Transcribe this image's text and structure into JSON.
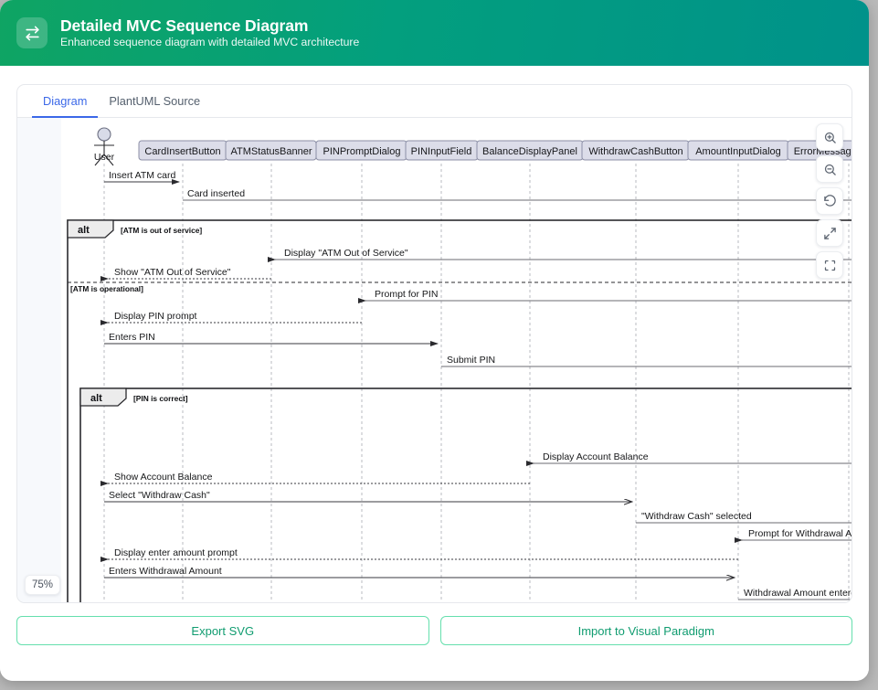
{
  "header": {
    "icon": "swap-arrows-icon",
    "title": "Detailed MVC Sequence Diagram",
    "subtitle": "Enhanced sequence diagram with detailed MVC architecture",
    "gradient_from": "#0fa463",
    "gradient_to": "#00928a"
  },
  "tabs": [
    {
      "label": "Diagram",
      "active": true
    },
    {
      "label": "PlantUML Source",
      "active": false
    }
  ],
  "toolbar": {
    "buttons": [
      {
        "name": "zoom-in-icon",
        "label": "Zoom In"
      },
      {
        "name": "zoom-out-icon",
        "label": "Zoom Out"
      },
      {
        "name": "reset-icon",
        "label": "Reset"
      },
      {
        "name": "fit-screen-icon",
        "label": "Fit to Screen"
      },
      {
        "name": "fullscreen-icon",
        "label": "Fullscreen"
      }
    ]
  },
  "canvas": {
    "zoom_level": "75%"
  },
  "diagram": {
    "type": "sequence",
    "actor": {
      "name": "User",
      "label": "User"
    },
    "participants": [
      {
        "label": "CardInsertButton"
      },
      {
        "label": "ATMStatusBanner"
      },
      {
        "label": "PINPromptDialog"
      },
      {
        "label": "PINInputField"
      },
      {
        "label": "BalanceDisplayPanel"
      },
      {
        "label": "WithdrawCashButton"
      },
      {
        "label": "AmountInputDialog"
      },
      {
        "label": "ErrorMessageBanner"
      }
    ],
    "frames": [
      {
        "operator": "alt",
        "guard": "[ATM is out of service]",
        "else_guard": "[ATM is operational]"
      },
      {
        "operator": "alt",
        "guard": "[PIN is correct]"
      }
    ],
    "messages": [
      {
        "label": "Insert ATM card",
        "style": "solid"
      },
      {
        "label": "Card inserted",
        "style": "solid"
      },
      {
        "label": "Display \"ATM Out of Service\"",
        "style": "solid"
      },
      {
        "label": "Show \"ATM Out of Service\"",
        "style": "dashed"
      },
      {
        "label": "Prompt for PIN",
        "style": "solid"
      },
      {
        "label": "Display PIN prompt",
        "style": "dashed"
      },
      {
        "label": "Enters PIN",
        "style": "solid"
      },
      {
        "label": "Submit PIN",
        "style": "solid"
      },
      {
        "label": "Display Account Balance",
        "style": "solid"
      },
      {
        "label": "Show Account Balance",
        "style": "dashed"
      },
      {
        "label": "Select \"Withdraw Cash\"",
        "style": "solid"
      },
      {
        "label": "\"Withdraw Cash\" selected",
        "style": "solid"
      },
      {
        "label": "Prompt for Withdrawal Amount",
        "style": "solid"
      },
      {
        "label": "Display enter amount prompt",
        "style": "dashed"
      },
      {
        "label": "Enters Withdrawal Amount",
        "style": "solid"
      },
      {
        "label": "Withdrawal Amount entered",
        "style": "solid"
      }
    ]
  },
  "footer": {
    "export_label": "Export SVG",
    "import_label": "Import to Visual Paradigm",
    "accent": "#109c70"
  }
}
